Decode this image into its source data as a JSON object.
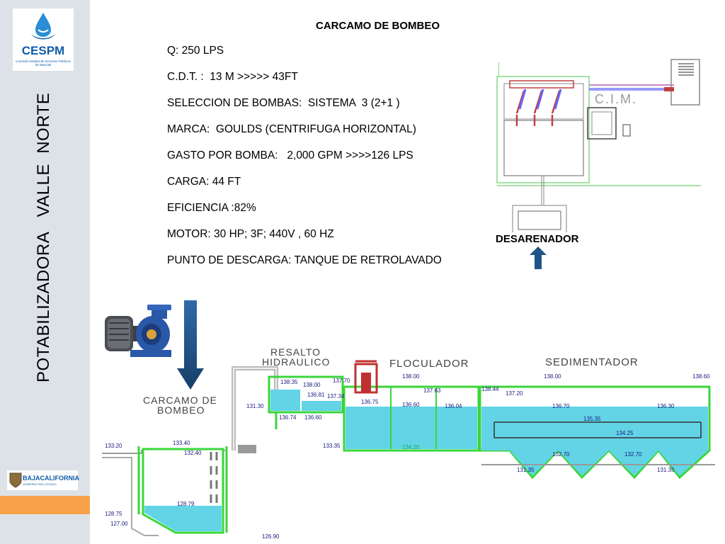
{
  "sidebar": {
    "logo_name": "CESPM",
    "logo_subtitle": "Comisión Estatal de Servicios Públicos de Mexicali",
    "vertical_title": "POTABILIZADORA   VALLE  NORTE",
    "bc_logo_name": "BAJACALIFORNIA",
    "bc_logo_sub": "GOBIERNO DEL ESTADO"
  },
  "specs": {
    "title": "CARCAMO DE BOMBEO",
    "lines": [
      "Q: 250 LPS",
      "C.D.T. :  13 M >>>>> 43FT",
      "SELECCION DE BOMBAS:  SISTEMA  3 (2+1 )",
      "MARCA:  GOULDS (CENTRIFUGA HORIZONTAL)",
      "GASTO POR BOMBA:   2,000 GPM >>>>126 LPS",
      "CARGA: 44 FT",
      "EFICIENCIA :82%",
      "MOTOR: 30 HP; 3F; 440V , 60 HZ",
      "PUNTO DE DESCARGA: TANQUE DE RETROLAVADO"
    ]
  },
  "plan": {
    "cim_label": "C.I.M.",
    "desarenador_label": "DESARENADOR"
  },
  "section": {
    "labels": {
      "carcamo_line1": "CARCAMO DE",
      "carcamo_line2": "BOMBEO",
      "resalto_line1": "RESALTO",
      "resalto_line2": "HIDRAULICO",
      "floculador": "FLOCULADOR",
      "sedimentador": "SEDIMENTADOR"
    },
    "elevations": {
      "e1": "133.20",
      "e2": "133.40",
      "e3": "132.40",
      "e4": "128.75",
      "e5": "128.79",
      "e6": "127.00",
      "e7": "126.90",
      "e8": "131.30",
      "e9": "138.35",
      "e10": "138.00",
      "e11": "136.74",
      "e12": "136.81",
      "e13": "137.34",
      "e14": "136.60",
      "e15": "137.70",
      "e16": "133.35",
      "e17": "136.75",
      "e18": "138.00",
      "e19": "137.63",
      "e20": "136.60",
      "e21": "136.04",
      "e22": "138.44",
      "e23": "137.20",
      "e24": "138.00",
      "e25": "136.70",
      "e26": "136.30",
      "e27": "138.60",
      "e28": "135.35",
      "e29": "134.25",
      "e30": "132.70",
      "e31": "132.70",
      "e32": "131.35",
      "e33": "131.35",
      "e34": "134.20"
    }
  },
  "colors": {
    "water": "#62d4e6",
    "wall": "#39d639",
    "arrow_blue": "#1f5587",
    "logo_blue": "#0e5ca8",
    "sidebar_bg": "#dde2e8",
    "accent_orange": "#f7a24a"
  }
}
